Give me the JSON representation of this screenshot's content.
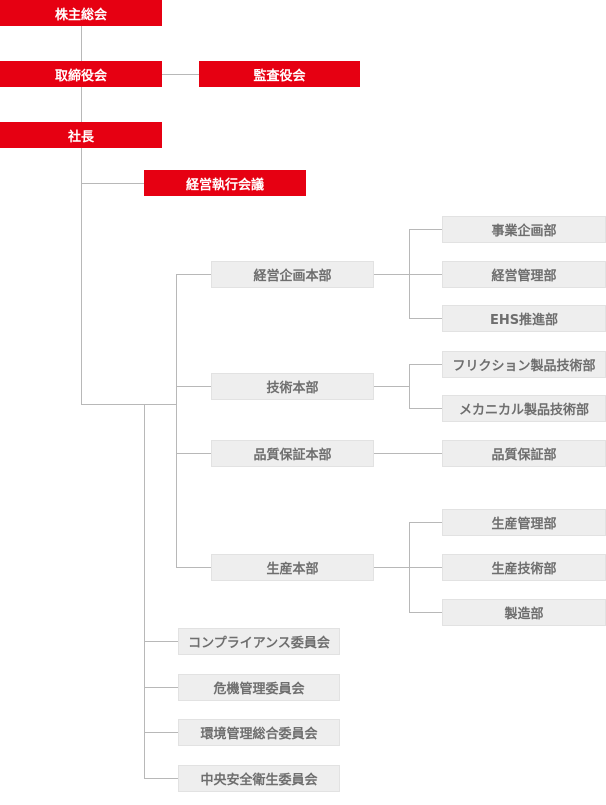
{
  "org_chart": {
    "shareholders_meeting": "株主総会",
    "board_of_directors": "取締役会",
    "audit_board": "監査役会",
    "president": "社長",
    "executive_committee": "経営執行会議",
    "divisions": {
      "corporate_planning": {
        "label": "経営企画本部",
        "departments": [
          "事業企画部",
          "経営管理部",
          "EHS推進部"
        ]
      },
      "technology": {
        "label": "技術本部",
        "departments": [
          "フリクション製品技術部",
          "メカニカル製品技術部"
        ]
      },
      "quality_assurance": {
        "label": "品質保証本部",
        "departments": [
          "品質保証部"
        ]
      },
      "production": {
        "label": "生産本部",
        "departments": [
          "生産管理部",
          "生産技術部",
          "製造部"
        ]
      }
    },
    "committees": [
      "コンプライアンス委員会",
      "危機管理委員会",
      "環境管理総合委員会",
      "中央安全衛生委員会"
    ]
  },
  "colors": {
    "primary": "#e60012",
    "box_gray": "#eeeeee",
    "gray_text": "#6e6e6e",
    "line": "#b8b8b8"
  }
}
